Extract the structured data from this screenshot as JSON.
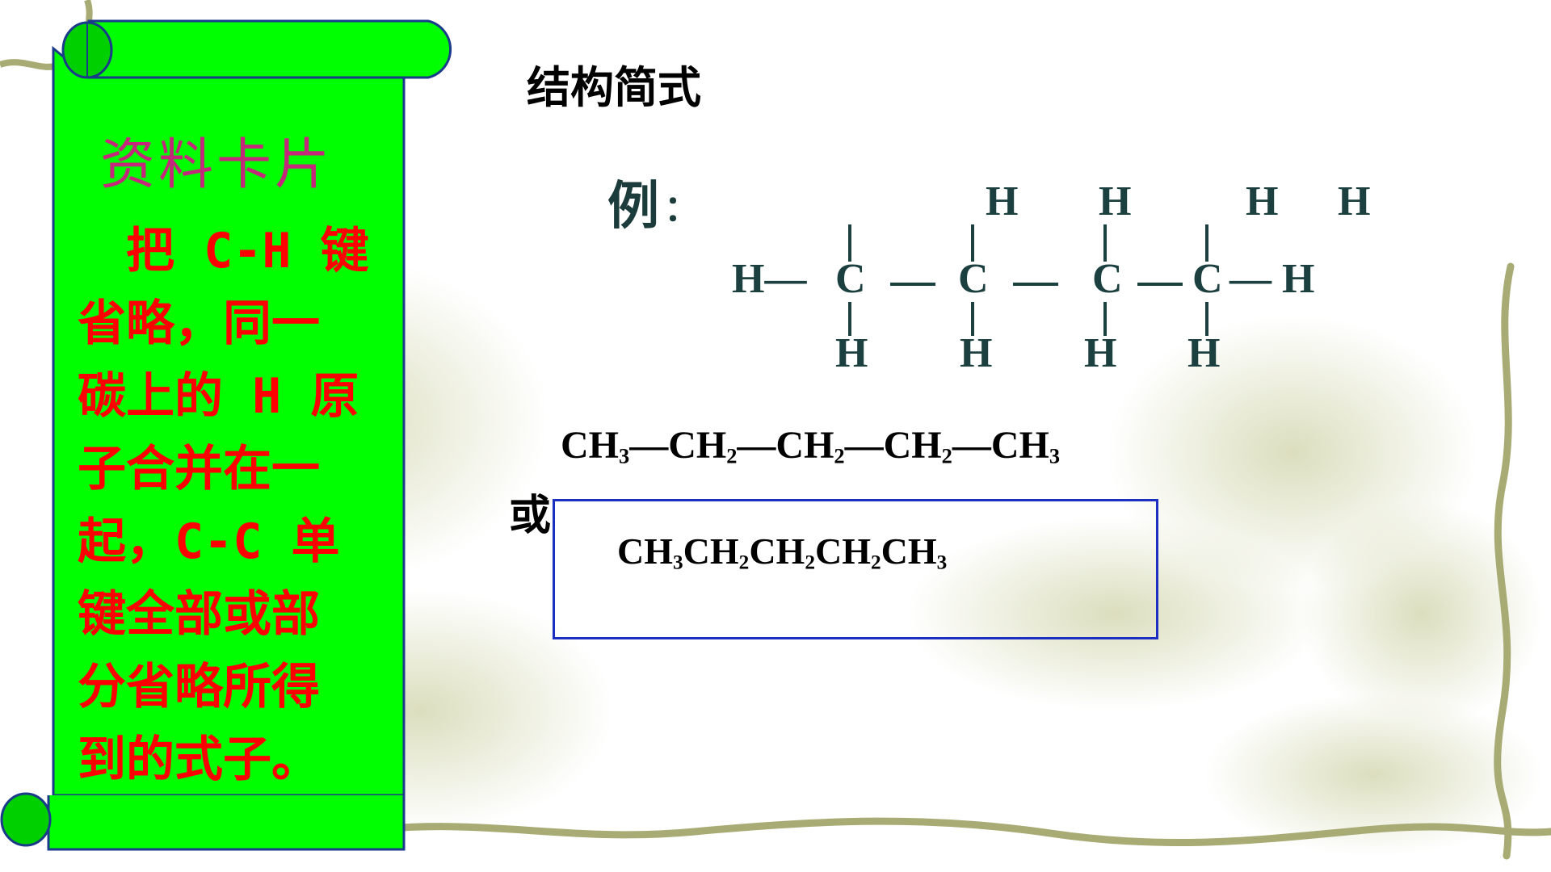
{
  "card": {
    "title": "资料卡片",
    "lines": [
      "　把 C-H 键",
      "省略，同一",
      "碳上的 H 原",
      "子合并在一",
      "起，C-C 单",
      "键全部或部",
      "分省略所得",
      "到的式子。"
    ]
  },
  "slide": {
    "title": "结构简式"
  },
  "example": {
    "label": "例",
    "colon": "：",
    "atoms": {
      "h_top": [
        "H",
        "H",
        "H",
        "H"
      ],
      "h_left": "H—",
      "carbons": [
        "C",
        "C",
        "C",
        "C"
      ],
      "h_right": "— H",
      "h_bottom": [
        "H",
        "H",
        "H",
        "H"
      ]
    }
  },
  "condensed": {
    "chain": [
      {
        "main": "CH",
        "sub": "3",
        "bond": "—"
      },
      {
        "main": "CH",
        "sub": "2",
        "bond": "—"
      },
      {
        "main": "CH",
        "sub": "2",
        "bond": "—"
      },
      {
        "main": "CH",
        "sub": "2",
        "bond": "—"
      },
      {
        "main": "CH",
        "sub": "3",
        "bond": ""
      }
    ],
    "or_label": "或",
    "compact": [
      {
        "main": "CH",
        "sub": "3"
      },
      {
        "main": "CH",
        "sub": "2"
      },
      {
        "main": "CH",
        "sub": "2"
      },
      {
        "main": "CH",
        "sub": "2"
      },
      {
        "main": "CH",
        "sub": "3"
      }
    ]
  },
  "colors": {
    "card_fill": "#00ff00",
    "card_stroke": "#1a3a8a",
    "card_title": "#c4287a",
    "card_text": "#ff0000",
    "box_border": "#1d2fc0",
    "formula_color": "#1c4040",
    "vine_color": "#a8ab74"
  },
  "icons": {
    "decoration": "scroll-banner",
    "background": "vine-border"
  }
}
